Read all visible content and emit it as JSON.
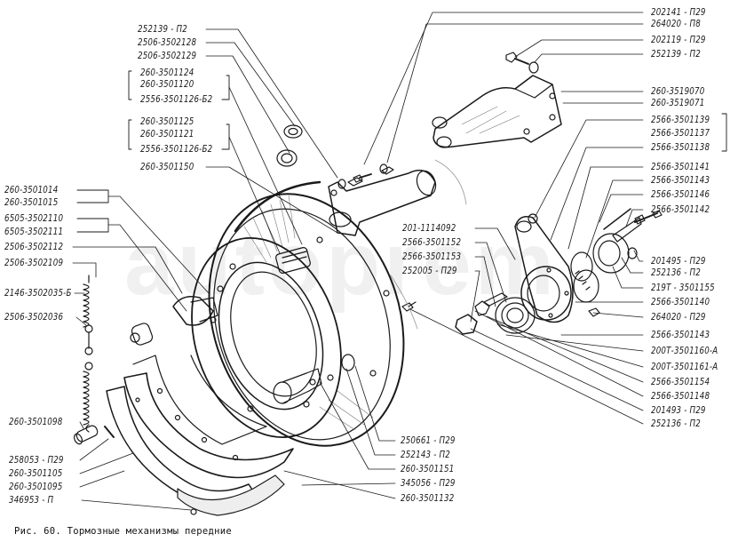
{
  "figure": {
    "caption": "Рис. 60. Тормозные механизмы передние",
    "watermark": "autoprem",
    "subject": "front brake mechanisms exploded view"
  },
  "labels": {
    "top_left": [
      "252139 - П2",
      "2506-3502128",
      "2506-3502129"
    ],
    "group1": [
      "260-3501124",
      "260-3501120",
      "2556-3501126-Б2"
    ],
    "group2": [
      "260-3501125",
      "260-3501121",
      "2556-3501126-Б2"
    ],
    "top_left_single": "260-3501150",
    "left": [
      "260-3501014",
      "260-3501015",
      "6505-3502110",
      "6505-3502111",
      "2506-3502112",
      "2506-3502109",
      "2146-3502035-Б",
      "2506-3502036",
      "260-3501098",
      "258053 - П29",
      "260-3501105",
      "260-3501095",
      "346953 - П"
    ],
    "right_top": [
      "202141 - П29",
      "264020 - П8",
      "202119 - П29",
      "252139 - П2",
      "260-3519070",
      "260-3519071",
      "2566-3501139",
      "2566-3501137",
      "2566-3501138",
      "2566-3501141",
      "2566-3501143",
      "2566-3501146",
      "2566-3501142",
      "201495 - П29",
      "252136 - П2",
      "219Т - 3501155",
      "2566-3501140",
      "264020 - П29",
      "2566-3501143",
      "200Т-3501160-А",
      "200Т-3501161-А",
      "2566-3501154",
      "2566-3501148",
      "201493 - П29",
      "252136 - П2"
    ],
    "center": [
      "201-1114092",
      "2566-3501152",
      "2566-3501153",
      "252005 - П29"
    ],
    "bottom_center": [
      "250661 - П29",
      "252143 - П2",
      "260-3501151",
      "345056 - П29",
      "260-3501132"
    ]
  }
}
